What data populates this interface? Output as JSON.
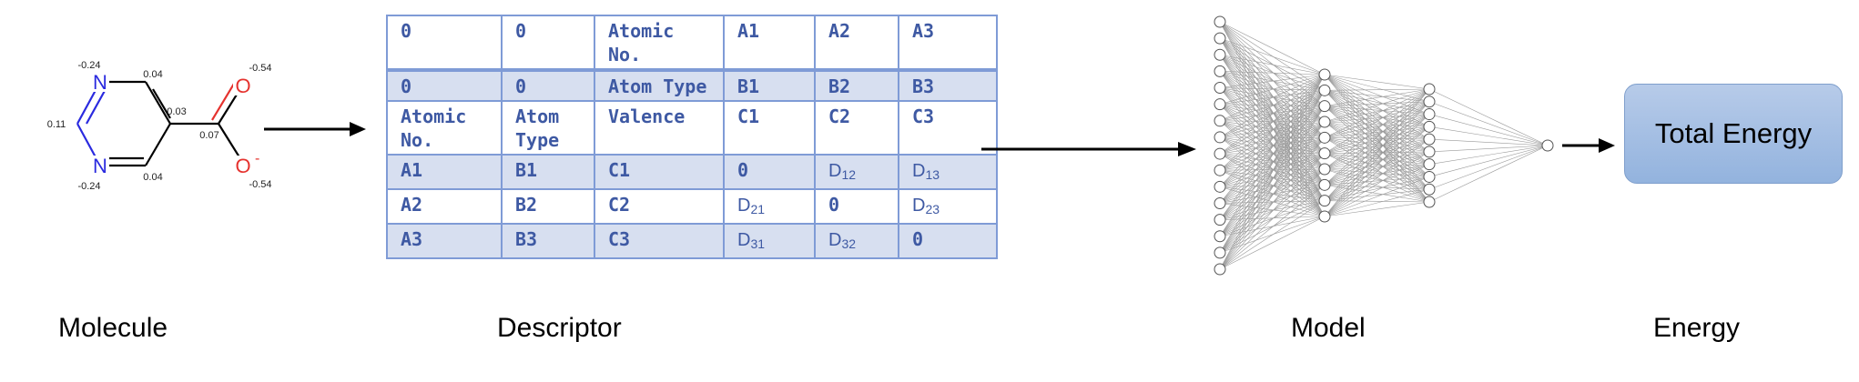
{
  "molecule": {
    "atoms": {
      "n_top": "N",
      "n_bottom": "N",
      "o_top": "O",
      "o_bottom": "O"
    },
    "charges": {
      "n_top": "-0.24",
      "n_bottom": "-0.24",
      "c_left": "0.11",
      "c_top": "0.04",
      "c_bottom": "0.04",
      "c_right": "0.03",
      "c_carboxyl": "0.07",
      "o_top": "-0.54",
      "o_bottom": "-0.54"
    },
    "o_bottom_charge_sign": "-"
  },
  "descriptor_table": {
    "rows": [
      [
        "0",
        "0",
        "Atomic No.",
        "A1",
        "A2",
        "A3"
      ],
      [
        "0",
        "0",
        "Atom Type",
        "B1",
        "B2",
        "B3"
      ],
      [
        "Atomic No.",
        "Atom Type",
        "Valence",
        "C1",
        "C2",
        "C3"
      ],
      [
        "A1",
        "B1",
        "C1",
        "0",
        {
          "base": "D",
          "sub": "12"
        },
        {
          "base": "D",
          "sub": "13"
        }
      ],
      [
        "A2",
        "B2",
        "C2",
        {
          "base": "D",
          "sub": "21"
        },
        "0",
        {
          "base": "D",
          "sub": "23"
        }
      ],
      [
        "A3",
        "B3",
        "C3",
        {
          "base": "D",
          "sub": "31"
        },
        {
          "base": "D",
          "sub": "32"
        },
        "0"
      ]
    ]
  },
  "network": {
    "layers": [
      16,
      10,
      10,
      1
    ]
  },
  "output": {
    "label": "Total Energy"
  },
  "stage_labels": {
    "molecule": "Molecule",
    "descriptor": "Descriptor",
    "model": "Model",
    "energy": "Energy"
  }
}
